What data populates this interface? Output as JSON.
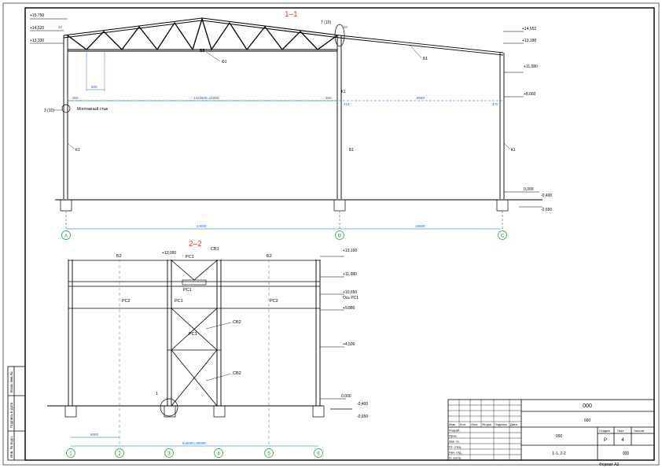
{
  "sections": {
    "s11": {
      "title": "1–1",
      "elev": {
        "e15750": "+15,750",
        "e14520": "+14,520",
        "e13330": "+13,330",
        "e14552": "+14,552",
        "e13188": "+13,188",
        "e11080": "+11,080",
        "e8660": "+8,660",
        "e0000": "0,000",
        "e0400": "-0,400",
        "e0650": "-0,650"
      },
      "dims": {
        "d20": "20",
        "d50": "50",
        "d500": "500",
        "d360a": "360",
        "panels": "14x1500=21000",
        "d360b": "360",
        "d415": "415",
        "span_right": "8660",
        "d470": "470",
        "spanAB": "24000",
        "spanBC": "18000"
      },
      "labels": {
        "node3": "3 (10)",
        "node7": "7 (10)",
        "montage": "Монтажный стык",
        "f1": "Ф1",
        "b1a": "Б1",
        "b1b": "Б1",
        "k1a": "К1",
        "k1b": "К1",
        "k1c": "К1",
        "top_chord": "ВВ"
      },
      "axes": [
        "A",
        "B",
        "C"
      ]
    },
    "s22": {
      "title": "2–2",
      "elev": {
        "e13050": "+13,050",
        "e13100": "+13,100",
        "e11080": "+11,080",
        "e10650": "+10,650",
        "rs1note": "Ось РС1",
        "e9880": "+9,880",
        "e4500": "+4,500",
        "e0000": "0,000",
        "e0400": "-0,400",
        "e0650": "-0,650"
      },
      "labels": {
        "b2a": "Б2",
        "b2b": "Б2",
        "rs1top": "РС1",
        "vs1": "СВ1",
        "rs2a": "РС2",
        "rs1mid": "РС1",
        "rs2b": "РС2",
        "rs1c": "РС1",
        "sv2a": "СВ2",
        "rs1low": "РС1",
        "sv2b": "СВ2",
        "node1": "1"
      },
      "dims": {
        "d6000": "6000",
        "total": "5x6000=30000"
      },
      "axes": [
        "1",
        "2",
        "3",
        "4",
        "5",
        "6"
      ]
    }
  },
  "side_stamp": [
    "Взам. инв.№",
    "Подпись и дата",
    "Инв. № подл."
  ],
  "title_block": {
    "code": "000",
    "sub": "000",
    "object": "000",
    "org": "000",
    "sheet_name": "1-1, 2-2",
    "stage_h": "Стадия",
    "sheet_h": "Лист",
    "sheets_h": "Листов",
    "stage": "Р",
    "sheet": "4",
    "rows": [
      "Разраб.",
      "Пров.",
      "Зав. гр.",
      "Гл. спец.",
      "Нач. отд.",
      "Н. контр."
    ],
    "cols": [
      "Изм.",
      "Кол.",
      "Лист",
      "№ док.",
      "Подпись",
      "Дата"
    ],
    "format": "Формат А2"
  },
  "colors": {
    "line": "#000000",
    "dim": "#1560d6",
    "axis": "#1c9b3a",
    "title": "#e23b3b"
  }
}
